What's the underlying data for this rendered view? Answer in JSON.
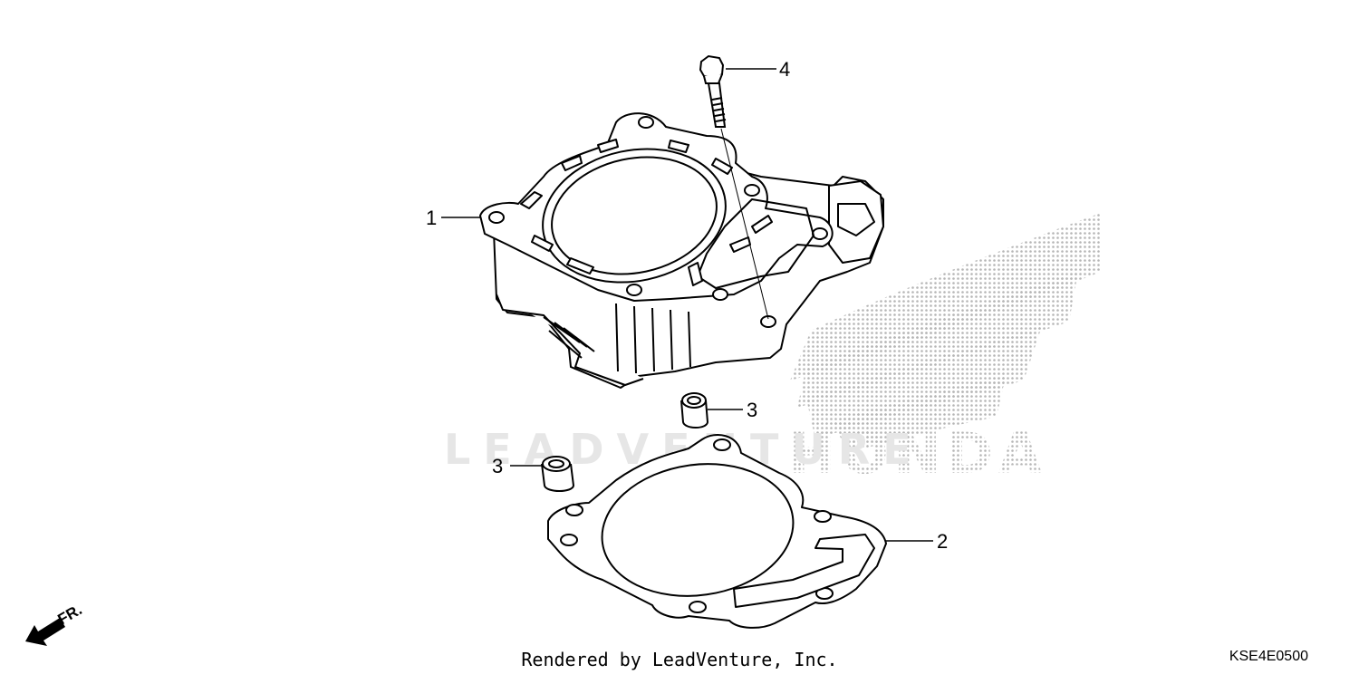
{
  "watermark": {
    "text": "LEADVENTURE",
    "brand": "HONDA",
    "color": "#e6e6e6",
    "dot_color": "#b5b5b5"
  },
  "parts": {
    "callouts": [
      {
        "id": "cylinder",
        "label": "1"
      },
      {
        "id": "gasket",
        "label": "2"
      },
      {
        "id": "dowel-upper",
        "label": "3"
      },
      {
        "id": "dowel-lower",
        "label": "3"
      },
      {
        "id": "bolt",
        "label": "4"
      }
    ]
  },
  "direction_label": "FR.",
  "footer": {
    "credit": "Rendered by LeadVenture, Inc.",
    "code": "KSE4E0500"
  },
  "colors": {
    "line": "#000000",
    "background": "#ffffff"
  }
}
